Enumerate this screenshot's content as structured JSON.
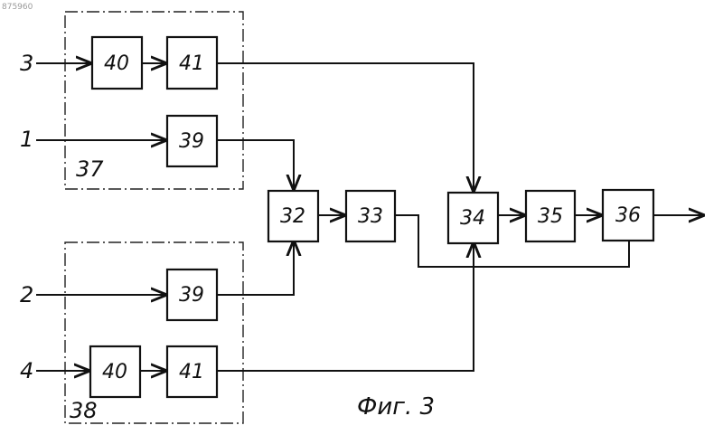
{
  "stamp": "875960",
  "caption": "Фиг. 3",
  "inputs": {
    "in3": "3",
    "in1": "1",
    "in2": "2",
    "in4": "4"
  },
  "groups": {
    "g37": "37",
    "g38": "38"
  },
  "blocks": {
    "b40a": "40",
    "b41a": "41",
    "b39a": "39",
    "b39b": "39",
    "b40b": "40",
    "b41b": "41",
    "b32": "32",
    "b33": "33",
    "b34": "34",
    "b35": "35",
    "b36": "36"
  }
}
